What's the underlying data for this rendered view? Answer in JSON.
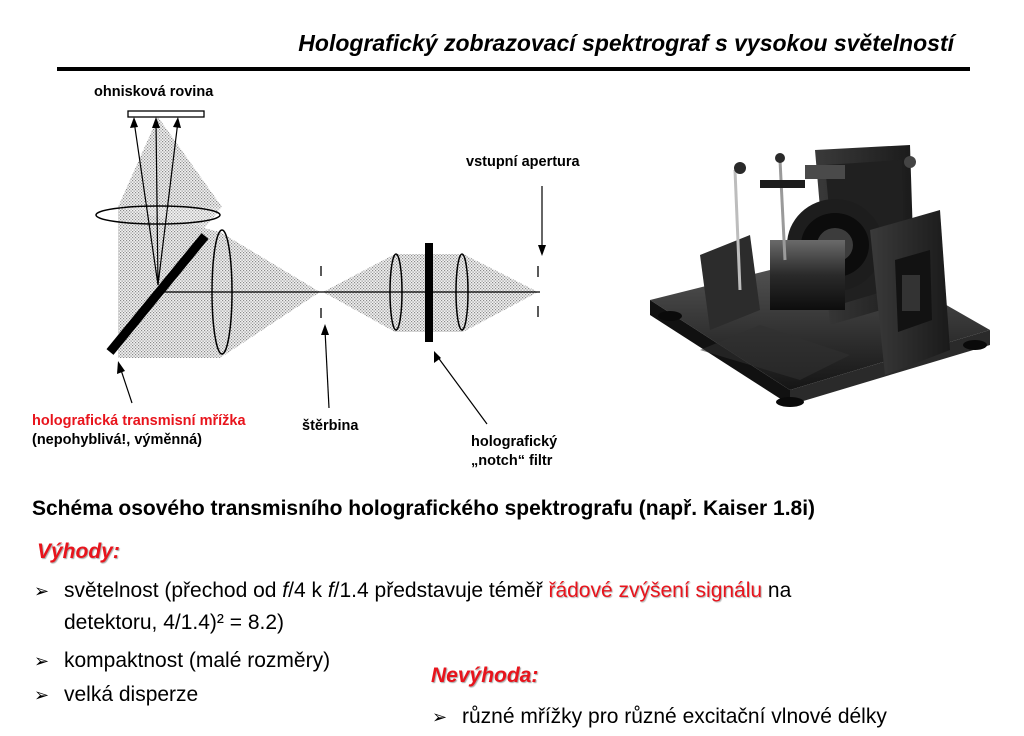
{
  "title": "Holografický zobrazovací spektrograf s vysokou světelností",
  "diagram": {
    "label_focal_plane": "ohnisková rovina",
    "label_entrance_aperture": "vstupní apertura",
    "label_grating": "holografická transmisní mřížka",
    "label_grating_note": "(nepohyblivá!, výměnná)",
    "label_slit": "štěrbina",
    "label_filter_line1": "holografický",
    "label_filter_line2": "„notch“ filtr"
  },
  "heading": "Schéma osového transmisního holografického spektrografu  (např. Kaiser 1.8i)",
  "advantages": {
    "title": "Výhody:",
    "item1": {
      "p1": "světelnost  (přechod od ",
      "f1": "f",
      "p2": "/4 k ",
      "f2": "f",
      "p3": "/1.4 představuje téměř ",
      "highlight": "řádové zvýšení signálu",
      "p4": " na",
      "line2": "detektoru, 4/1.4)² = 8.2)"
    },
    "item2": "kompaktnost (malé rozměry)",
    "item3": "velká disperze"
  },
  "disadvantage": {
    "title": "Nevýhoda:",
    "item1": "různé mřížky pro různé excitační vlnové délky"
  },
  "bullet": "➢",
  "colors": {
    "accent_red": "#e8141c",
    "text": "#000000"
  }
}
